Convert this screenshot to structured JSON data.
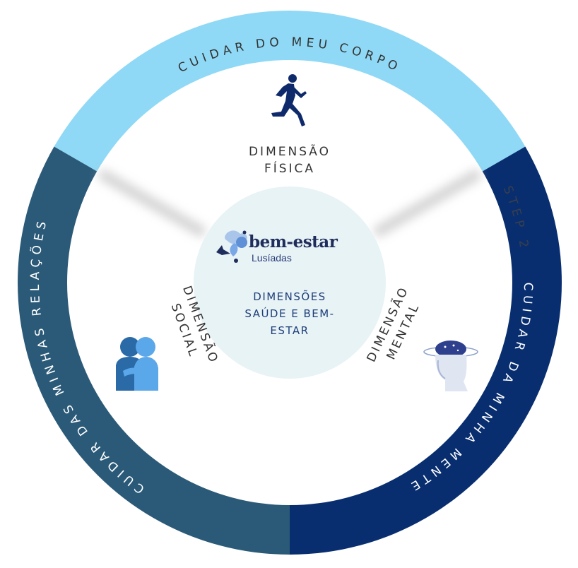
{
  "colors": {
    "body": "#8fd9f6",
    "mind": "#082e70",
    "relations": "#2b5a78",
    "center": "#e8f3f6"
  },
  "ring": {
    "body_label": "CUIDAR DO MEU CORPO",
    "mind_label": "CUIDAR DA MINHA MENTE",
    "mind_overlay": "STEP 2",
    "relations_label": "CUIDAR DAS MINHAS RELAÇÕES"
  },
  "dimensions": {
    "physical": {
      "line1": "DIMENSÃO",
      "line2": "FÍSICA",
      "icon": "runner-icon"
    },
    "social": {
      "line1": "DIMENSÃO",
      "line2": "SOCIAL",
      "icon": "hug-icon"
    },
    "mental": {
      "line1": "DIMENSÃO",
      "line2": "MENTAL",
      "icon": "mind-head-icon"
    }
  },
  "center": {
    "logo_main": "bem-estar",
    "logo_sub": "Lusíadas",
    "title": "DIMENSÕES SAÚDE E BEM-ESTAR"
  }
}
